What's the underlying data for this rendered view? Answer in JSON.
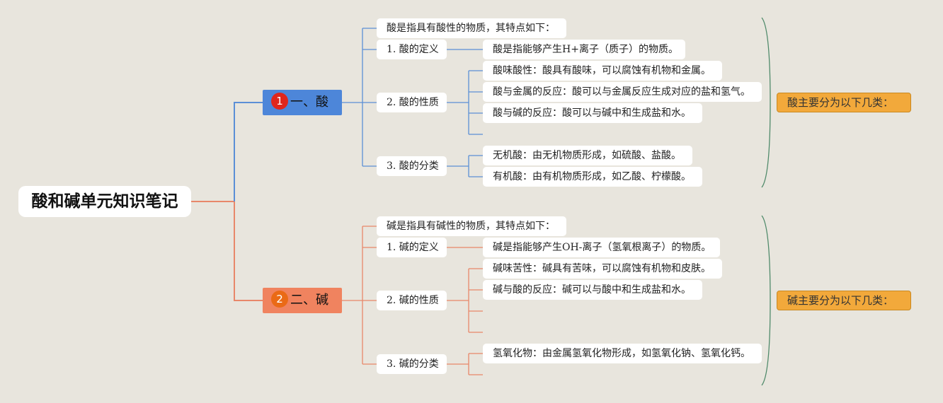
{
  "root": {
    "title": "酸和碱单元知识笔记"
  },
  "acid": {
    "badge": "1",
    "label": "一、酸",
    "intro": "酸是指具有酸性的物质，其特点如下：",
    "definition": {
      "label": "1. 酸的定义",
      "detail": "酸是指能够产生H+离子（质子）的物质。"
    },
    "properties": {
      "label": "2. 酸的性质",
      "items": [
        "酸味酸性：酸具有酸味，可以腐蚀有机物和金属。",
        "酸与金属的反应：酸可以与金属反应生成对应的盐和氢气。",
        "酸与碱的反应：酸可以与碱中和生成盐和水。"
      ]
    },
    "classification": {
      "label": "3. 酸的分类",
      "items": [
        "无机酸：由无机物质形成，如硫酸、盐酸。",
        "有机酸：由有机物质形成，如乙酸、柠檬酸。"
      ]
    },
    "summary": "酸主要分为以下几类："
  },
  "base": {
    "badge": "2",
    "label": "二、碱",
    "intro": "碱是指具有碱性的物质，其特点如下：",
    "definition": {
      "label": "1. 碱的定义",
      "detail": "碱是指能够产生OH-离子（氢氧根离子）的物质。"
    },
    "properties": {
      "label": "2. 碱的性质",
      "items": [
        "碱味苦性：碱具有苦味，可以腐蚀有机物和皮肤。",
        "碱与酸的反应：碱可以与酸中和生成盐和水。"
      ]
    },
    "classification": {
      "label": "3. 碱的分类",
      "items": [
        "氢氧化物：由金属氢氧化物形成，如氢氧化钠、氢氧化钙。"
      ]
    },
    "summary": "碱主要分为以下几类："
  },
  "colors": {
    "acid_line": "#5b8fd6",
    "acid_branch": "#4d86d9",
    "acid_badge": "#e0261c",
    "base_line": "#e8876a",
    "base_branch": "#f0835f",
    "base_badge": "#ea6a16",
    "summary_fill": "#f2a93b",
    "brace": "#4f8a6a"
  }
}
